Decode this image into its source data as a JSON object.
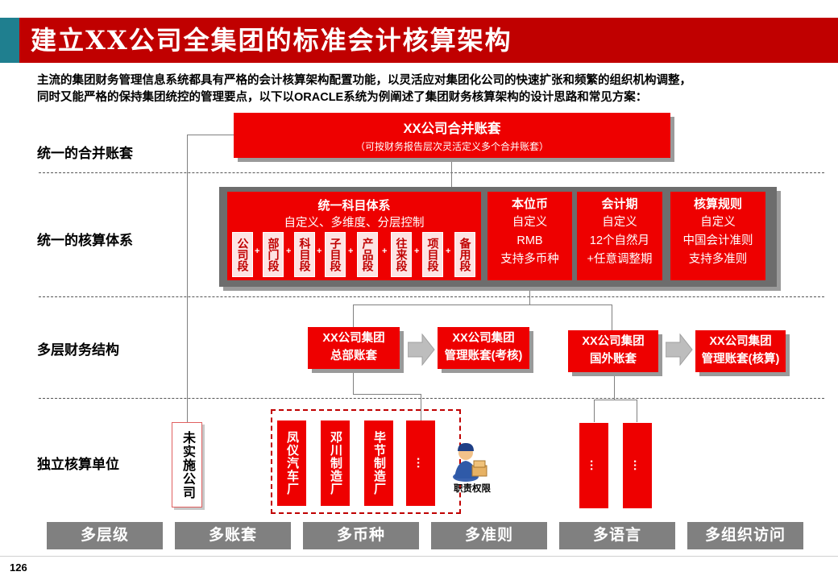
{
  "header": {
    "title": "建立XX公司全集团的标准会计核算架构"
  },
  "intro": {
    "line1": "主流的集团财务管理信息系统都具有严格的会计核算架构配置功能，以灵活应对集团化公司的快速扩张和频繁的组织机构调整，",
    "line2": "同时又能严格的保持集团统控的管理要点，以下以ORACLE系统为例阐述了集团财务核算架构的设计思路和常见方案："
  },
  "rows": {
    "consolidated": "统一的合并账套",
    "accounting_system": "统一的核算体系",
    "multilayer": "多层财务结构",
    "independent": "独立核算单位"
  },
  "consolidated_box": {
    "title": "XX公司合并账套",
    "subtitle": "（可按财务报告层次灵活定义多个合并账套）"
  },
  "coa": {
    "title": "统一科目体系",
    "subtitle": "自定义、多维度、分层控制",
    "segments": [
      "公司段",
      "部门段",
      "科目段",
      "子目段",
      "产品段",
      "往来段",
      "项目段",
      "备用段"
    ],
    "plus": "+"
  },
  "columns": [
    {
      "title": "本位币",
      "lines": [
        "自定义",
        "RMB",
        "支持多币种"
      ]
    },
    {
      "title": "会计期",
      "lines": [
        "自定义",
        "12个自然月",
        "+任意调整期"
      ]
    },
    {
      "title": "核算规则",
      "lines": [
        "自定义",
        "中国会计准则",
        "支持多准则"
      ]
    }
  ],
  "ledgers": [
    {
      "line1": "XX公司集团",
      "line2": "总部账套"
    },
    {
      "line1": "XX公司集团",
      "line2": "管理账套(考核)"
    },
    {
      "line1": "XX公司集团",
      "line2": "国外账套"
    },
    {
      "line1": "XX公司集团",
      "line2": "管理账套(核算)"
    }
  ],
  "units": {
    "not_implemented": "未实施公司",
    "companies": [
      "凤仪汽车厂",
      "邓川制造厂",
      "毕节制造厂",
      "…"
    ],
    "foreign": [
      "…",
      "…"
    ],
    "role_label": "职责权限"
  },
  "bottom_buttons": [
    "多层级",
    "多账套",
    "多币种",
    "多准则",
    "多语言",
    "多组织访问"
  ],
  "page_number": "126",
  "colors": {
    "title_bg": "#c00000",
    "accent": "#1f7f8f",
    "box_red": "#ee0000",
    "frame_gray": "#6d6d6d",
    "button_gray": "#808080"
  }
}
